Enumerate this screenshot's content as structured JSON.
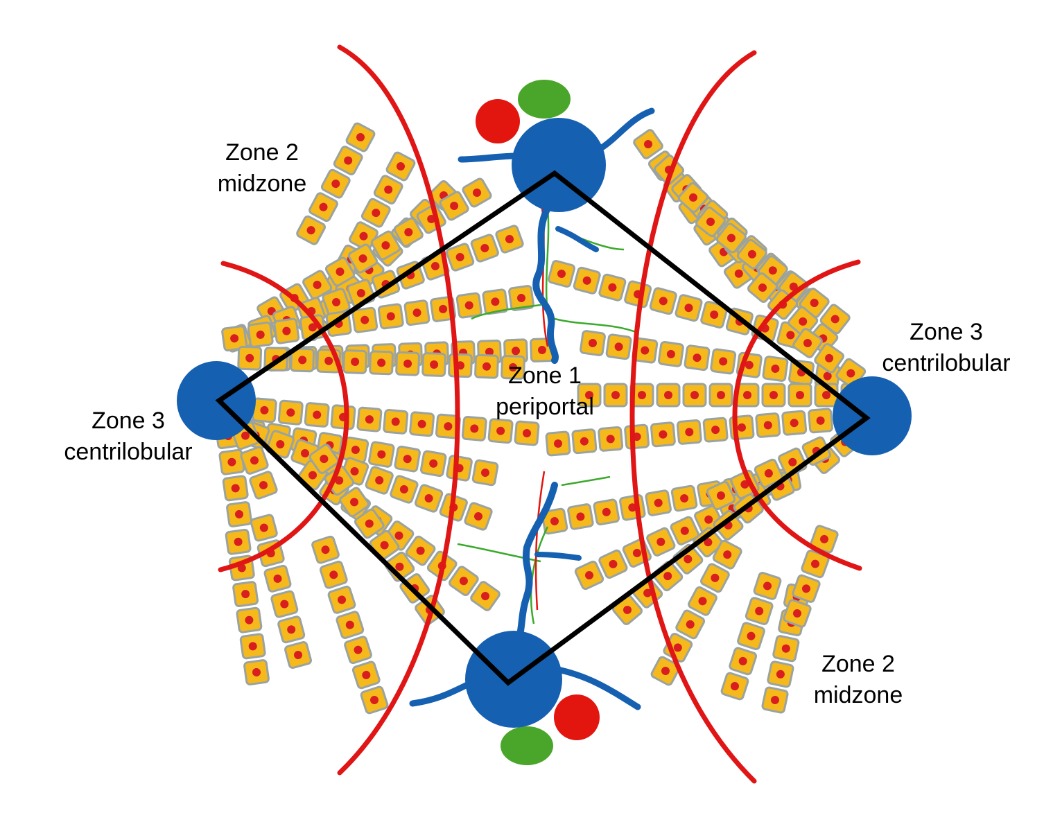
{
  "labels": {
    "zone2_top_left": {
      "line1": "Zone 2",
      "line2": "midzone"
    },
    "zone3_right": {
      "line1": "Zone 3",
      "line2": "centrilobular"
    },
    "zone1_center": {
      "line1": "Zone 1",
      "line2": "periportal"
    },
    "zone3_left": {
      "line1": "Zone 3",
      "line2": "centrilobular"
    },
    "zone2_bottom_right": {
      "line1": "Zone 2",
      "line2": "midzone"
    }
  },
  "colors": {
    "hepatocyte_fill": "#f6b91c",
    "hepatocyte_border": "#9aa3a0",
    "nucleus": "#d81e1e",
    "vein": "#1560b0",
    "zone_boundary": "#e01515",
    "lobule_outline": "#000000",
    "artery": "#e3150f",
    "bile_duct": "#4aa62a",
    "sinusoid_green": "#3aaa2a"
  }
}
